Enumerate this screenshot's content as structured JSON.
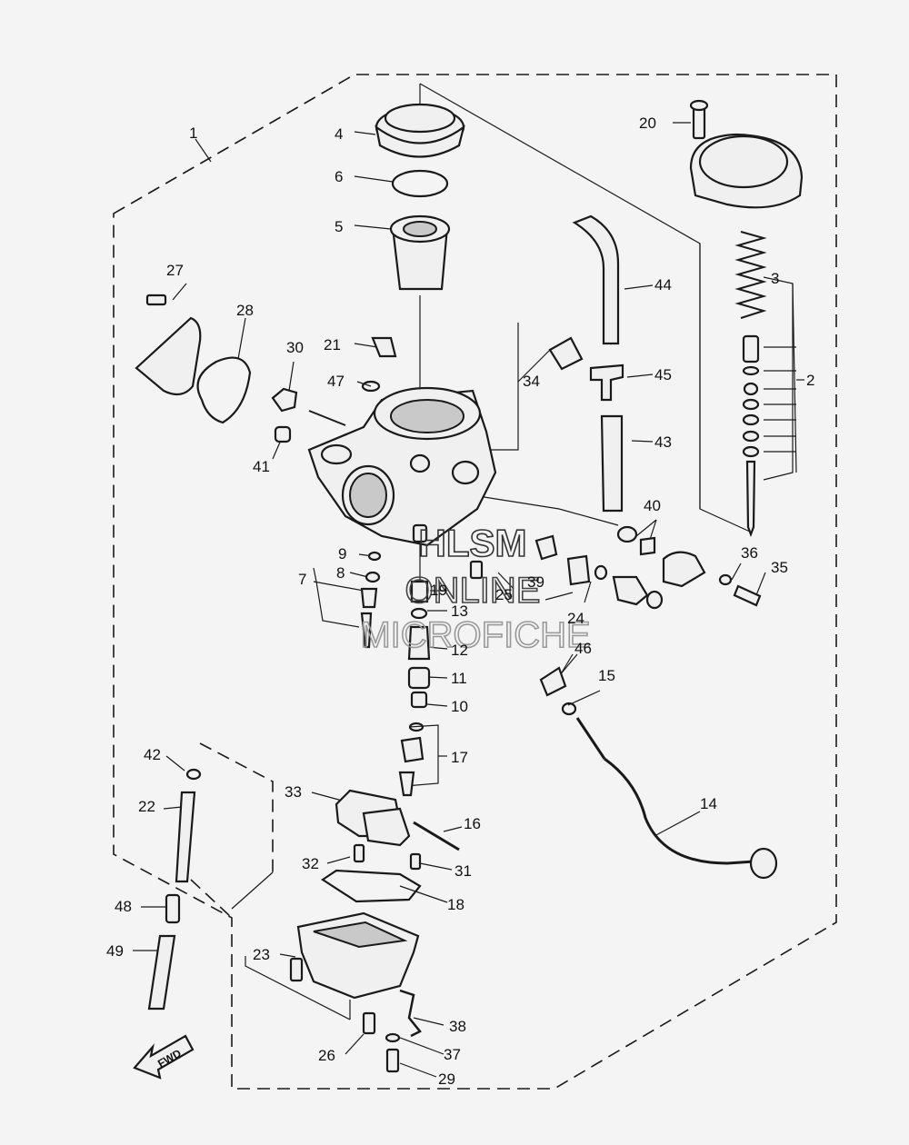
{
  "callouts": [
    {
      "num": "1"
    },
    {
      "num": "2"
    },
    {
      "num": "3"
    },
    {
      "num": "4"
    },
    {
      "num": "5"
    },
    {
      "num": "6"
    },
    {
      "num": "7"
    },
    {
      "num": "8"
    },
    {
      "num": "9"
    },
    {
      "num": "10"
    },
    {
      "num": "11"
    },
    {
      "num": "12"
    },
    {
      "num": "13"
    },
    {
      "num": "14"
    },
    {
      "num": "15"
    },
    {
      "num": "16"
    },
    {
      "num": "17"
    },
    {
      "num": "18"
    },
    {
      "num": "19"
    },
    {
      "num": "20"
    },
    {
      "num": "21"
    },
    {
      "num": "22"
    },
    {
      "num": "23"
    },
    {
      "num": "24"
    },
    {
      "num": "25"
    },
    {
      "num": "26"
    },
    {
      "num": "27"
    },
    {
      "num": "28"
    },
    {
      "num": "29"
    },
    {
      "num": "30"
    },
    {
      "num": "31"
    },
    {
      "num": "32"
    },
    {
      "num": "33"
    },
    {
      "num": "34"
    },
    {
      "num": "35"
    },
    {
      "num": "36"
    },
    {
      "num": "37"
    },
    {
      "num": "38"
    },
    {
      "num": "39"
    },
    {
      "num": "40"
    },
    {
      "num": "41"
    },
    {
      "num": "42"
    },
    {
      "num": "43"
    },
    {
      "num": "44"
    },
    {
      "num": "45"
    },
    {
      "num": "46"
    },
    {
      "num": "47"
    },
    {
      "num": "48"
    },
    {
      "num": "49"
    }
  ],
  "fwd_label": "FWD",
  "watermark": {
    "line1": "HLSM",
    "line2": "ONLINE",
    "line3": "MICROFICHE"
  }
}
